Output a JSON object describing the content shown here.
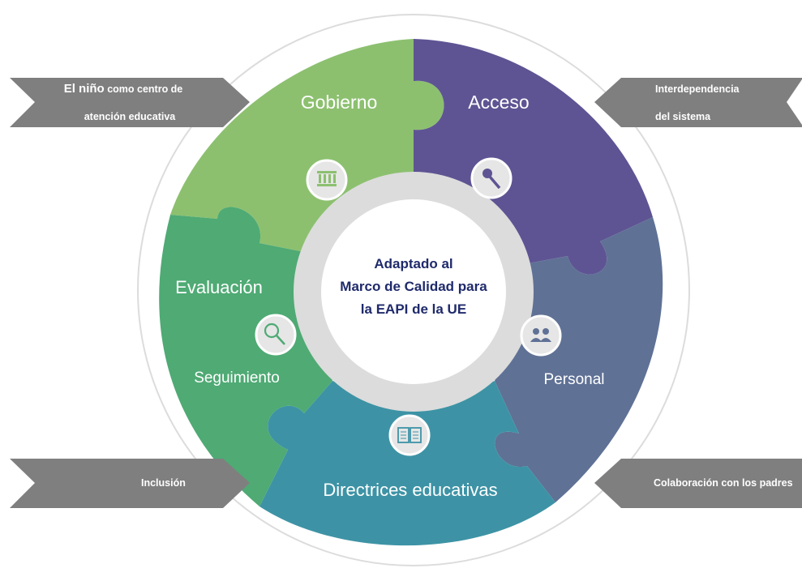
{
  "diagram": {
    "center": {
      "lines": [
        "Adaptado al",
        "Marco de Calidad para",
        "la EAPI de la UE"
      ]
    },
    "segments": [
      {
        "id": "gobierno",
        "label": "Gobierno",
        "icon": "government-building-icon",
        "color": "#8cc06f"
      },
      {
        "id": "acceso",
        "label": "Acceso",
        "icon": "key-icon",
        "color": "#5e5493"
      },
      {
        "id": "personal",
        "label": "Personal",
        "icon": "people-icon",
        "color": "#5f7195"
      },
      {
        "id": "directrices",
        "label": "Directrices educativas",
        "icon": "open-book-icon",
        "color": "#3d93a5"
      },
      {
        "id": "evaluacion",
        "labels": [
          "Evaluación",
          "Seguimiento"
        ],
        "icon": "magnifier-icon",
        "color": "#4faa74"
      }
    ],
    "banners": {
      "top_left": {
        "line1_bold": "El niño",
        "line1_rest": " como centro de",
        "line2": "atención educativa"
      },
      "top_right": {
        "line1": "Interdependencia",
        "line2": "del sistema"
      },
      "bottom_left": {
        "text": "Inclusión"
      },
      "bottom_right": {
        "text": "Colaboración con los padres"
      }
    },
    "colors": {
      "banner": "#7f7f7f",
      "ring": "#dcdcdc",
      "center_text": "#1f2a6b"
    }
  }
}
